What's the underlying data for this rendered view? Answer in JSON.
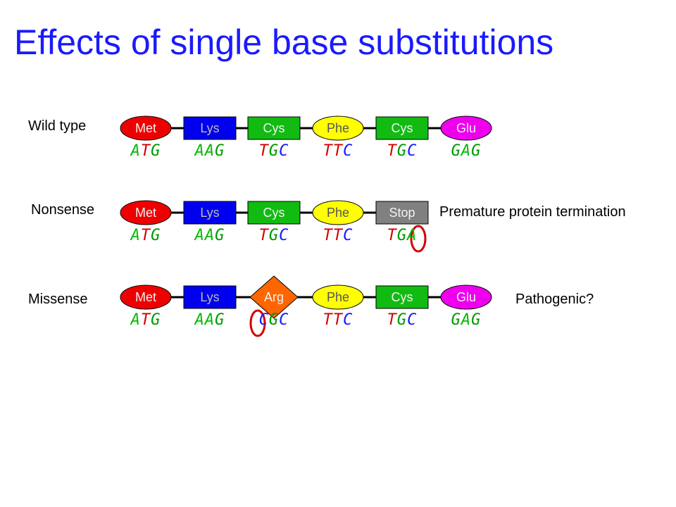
{
  "title": "Effects of single base substitutions",
  "colors": {
    "title": "#1a1aff",
    "shape_stroke": "#000000",
    "link": "#000000",
    "mutation_circle": "#d40000",
    "nucleotides": {
      "A": "#00bb00",
      "T": "#d40000",
      "G": "#009900",
      "C": "#1a1aff"
    }
  },
  "rows": [
    {
      "label": "Wild type",
      "note": "",
      "residues": [
        {
          "name": "Met",
          "shape": "ellipse",
          "color": "#ee0000",
          "codon": "ATG"
        },
        {
          "name": "Lys",
          "shape": "rect",
          "color": "#0000ee",
          "codon": "AAG"
        },
        {
          "name": "Cys",
          "shape": "rect",
          "color": "#11bb11",
          "codon": "TGC"
        },
        {
          "name": "Phe",
          "shape": "ellipse",
          "color": "#ffff00",
          "codon": "TTC"
        },
        {
          "name": "Cys",
          "shape": "rect",
          "color": "#11bb11",
          "codon": "TGC"
        },
        {
          "name": "Glu",
          "shape": "ellipse",
          "color": "#ee00ee",
          "codon": "GAG"
        }
      ]
    },
    {
      "label": "Nonsense",
      "note": "Premature protein termination",
      "residues": [
        {
          "name": "Met",
          "shape": "ellipse",
          "color": "#ee0000",
          "codon": "ATG"
        },
        {
          "name": "Lys",
          "shape": "rect",
          "color": "#0000ee",
          "codon": "AAG"
        },
        {
          "name": "Cys",
          "shape": "rect",
          "color": "#11bb11",
          "codon": "TGC"
        },
        {
          "name": "Phe",
          "shape": "ellipse",
          "color": "#ffff00",
          "codon": "TTC"
        },
        {
          "name": "Stop",
          "shape": "rect",
          "color": "#808080",
          "codon": "TGA",
          "mutated_base": 2
        }
      ]
    },
    {
      "label": "Missense",
      "note": "Pathogenic?",
      "residues": [
        {
          "name": "Met",
          "shape": "ellipse",
          "color": "#ee0000",
          "codon": "ATG"
        },
        {
          "name": "Lys",
          "shape": "rect",
          "color": "#0000ee",
          "codon": "AAG"
        },
        {
          "name": "Arg",
          "shape": "diamond",
          "color": "#ff6600",
          "codon": "CGC",
          "mutated_base": 0
        },
        {
          "name": "Phe",
          "shape": "ellipse",
          "color": "#ffff00",
          "codon": "TTC"
        },
        {
          "name": "Cys",
          "shape": "rect",
          "color": "#11bb11",
          "codon": "TGC"
        },
        {
          "name": "Glu",
          "shape": "ellipse",
          "color": "#ee00ee",
          "codon": "GAG"
        }
      ]
    }
  ]
}
